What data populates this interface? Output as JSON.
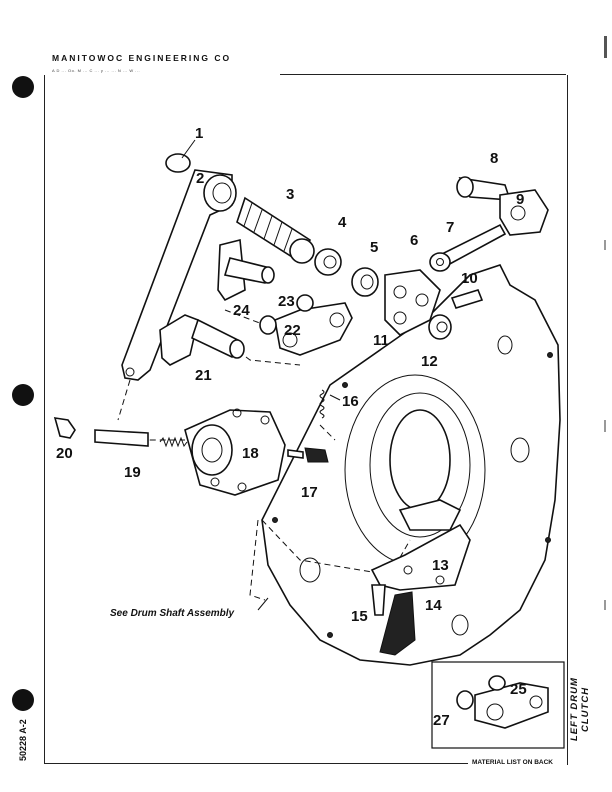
{
  "header": {
    "company": "MANITOWOC ENGINEERING CO",
    "subline": "A D   ... Oo. M  ... C ... y ...    ... N ... W ..."
  },
  "side_label": "LEFT DRUM CLUTCH",
  "page_code": "50228  A-2",
  "material_note": "MATERIAL LIST ON BACK",
  "caption": "See Drum Shaft Assembly",
  "parts": [
    "1",
    "2",
    "3",
    "4",
    "5",
    "6",
    "7",
    "8",
    "9",
    "10",
    "11",
    "12",
    "13",
    "14",
    "15",
    "16",
    "17",
    "18",
    "19",
    "20",
    "21",
    "22",
    "23",
    "24",
    "25",
    "27"
  ]
}
